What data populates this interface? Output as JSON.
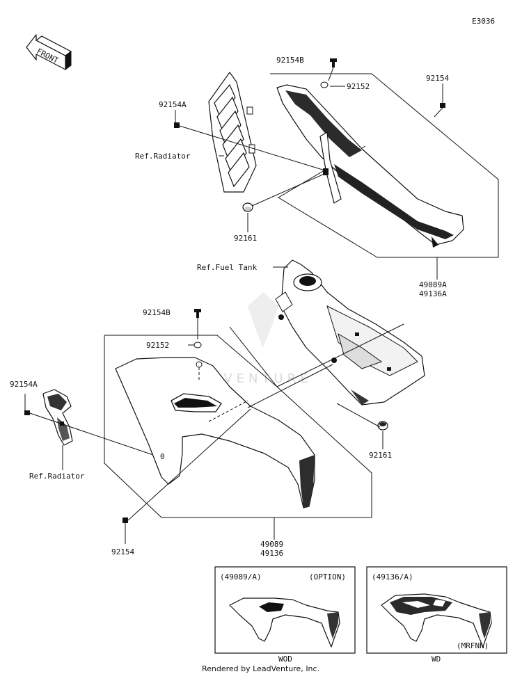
{
  "diagram_code": "E3036",
  "direction_label": "FRONT",
  "watermark": "LEADVENTURE",
  "callouts": {
    "c1": "92154B",
    "c2": "92152",
    "c3": "92154",
    "c4": "92154A",
    "c5": "Ref.Radiator",
    "c6": "92161",
    "c7": "49089A",
    "c8": "49136A",
    "c9": "Ref.Fuel Tank",
    "c10": "92154B",
    "c11": "92152",
    "c12": "92154A",
    "c13": "Ref.Radiator",
    "c14": "92161",
    "c15": "92154",
    "c16": "49089",
    "c17": "49136"
  },
  "variant_boxes": [
    {
      "parts": "(49089/A)",
      "tag": "(OPTION)",
      "caption": "WOD"
    },
    {
      "parts": "(49136/A)",
      "tag": "(MRFNN)",
      "caption": "WD"
    }
  ],
  "footer": "Rendered by LeadVenture, Inc."
}
